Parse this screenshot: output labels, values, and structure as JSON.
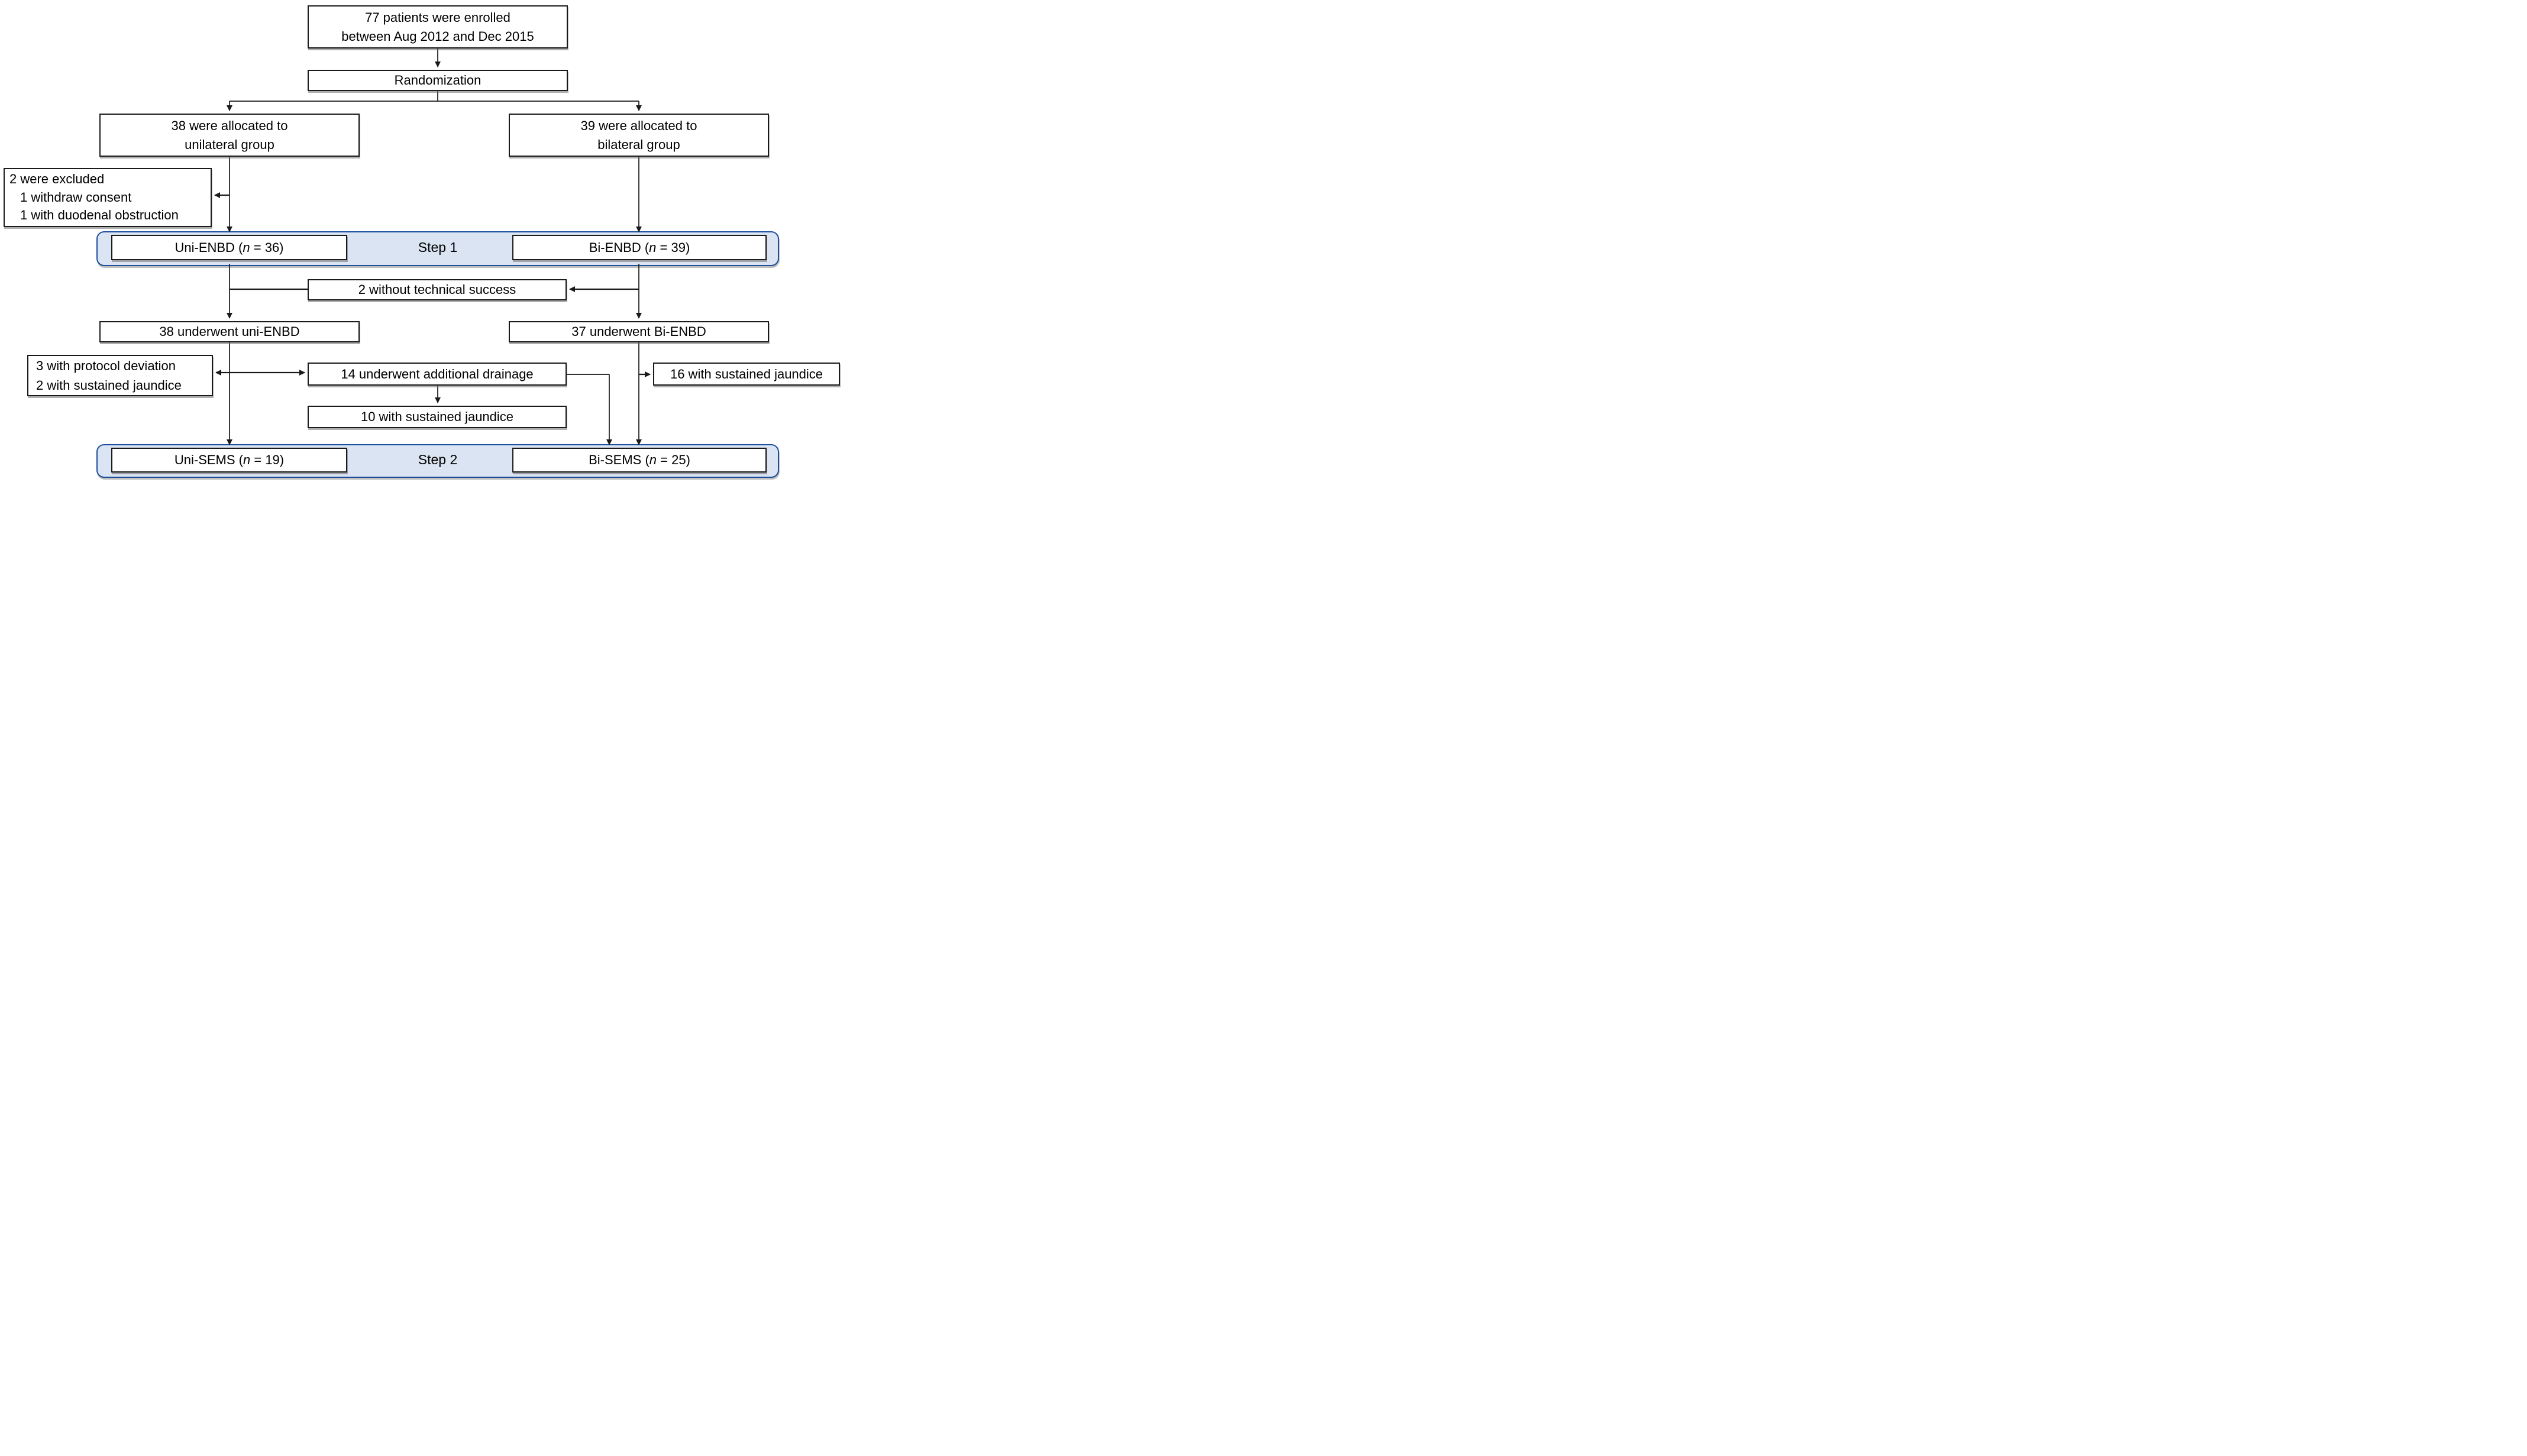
{
  "colors": {
    "band_fill": "#dbe4f2",
    "band_border": "#1e4f9c",
    "box_border": "#1a1a1a"
  },
  "boxes": {
    "enrollment": {
      "line1": "77 patients were enrolled",
      "line2": "between Aug 2012 and Dec 2015"
    },
    "randomization": {
      "label": "Randomization"
    },
    "alloc_uni": {
      "line1": "38 were allocated to",
      "line2": "unilateral group"
    },
    "alloc_bi": {
      "line1": "39 were allocated to",
      "line2": "bilateral group"
    },
    "excluded": {
      "line1": "2 were excluded",
      "line2": "1 withdraw consent",
      "line3": "1 with duodenal obstruction"
    },
    "step1": {
      "label": "Step 1",
      "uni": {
        "prefix": "Uni-ENBD (",
        "n": "n",
        "suffix": " = 36)"
      },
      "bi": {
        "prefix": "Bi-ENBD (",
        "n": "n",
        "suffix": " = 39)"
      }
    },
    "no_tech_success": {
      "label": "2 without technical success"
    },
    "underwent_uni": {
      "label": "38 underwent uni-ENBD"
    },
    "underwent_bi": {
      "label": "37 underwent Bi-ENBD"
    },
    "deviation": {
      "line1": "3 with protocol deviation",
      "line2": "2 with sustained jaundice"
    },
    "additional_drainage": {
      "label": "14 underwent additional drainage"
    },
    "sustained_bi": {
      "label": "16 with sustained jaundice"
    },
    "sustained_mid": {
      "label": "10 with sustained jaundice"
    },
    "step2": {
      "label": "Step 2",
      "uni": {
        "prefix": "Uni-SEMS (",
        "n": "n",
        "suffix": " = 19)"
      },
      "bi": {
        "prefix": "Bi-SEMS (",
        "n": "n",
        "suffix": " = 25)"
      }
    }
  }
}
